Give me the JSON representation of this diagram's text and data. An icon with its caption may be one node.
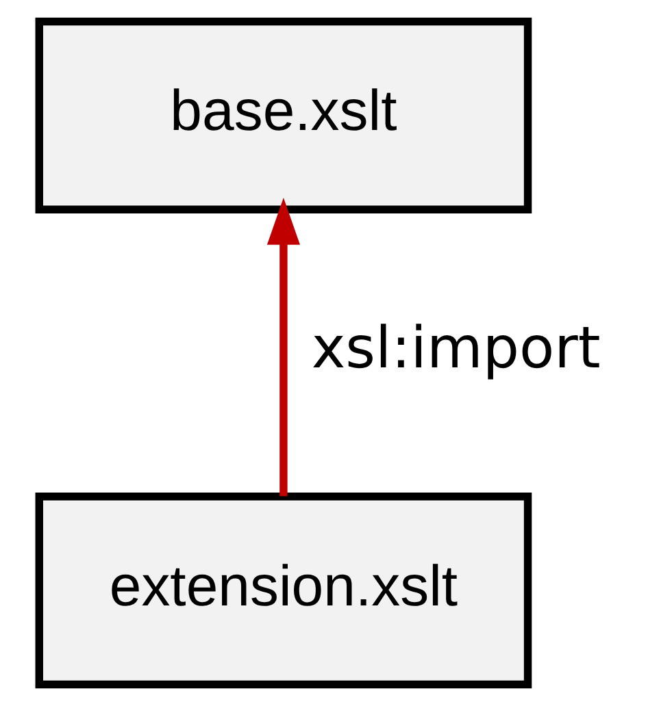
{
  "diagram": {
    "nodes": [
      {
        "text": [
          "base.xslt"
        ]
      },
      {
        "text": [
          "extension.xslt"
        ]
      }
    ],
    "edges": [
      {
        "from": 1,
        "to": 0,
        "arrow": "to",
        "label": "xsl:import",
        "color": "#c00000"
      }
    ]
  }
}
